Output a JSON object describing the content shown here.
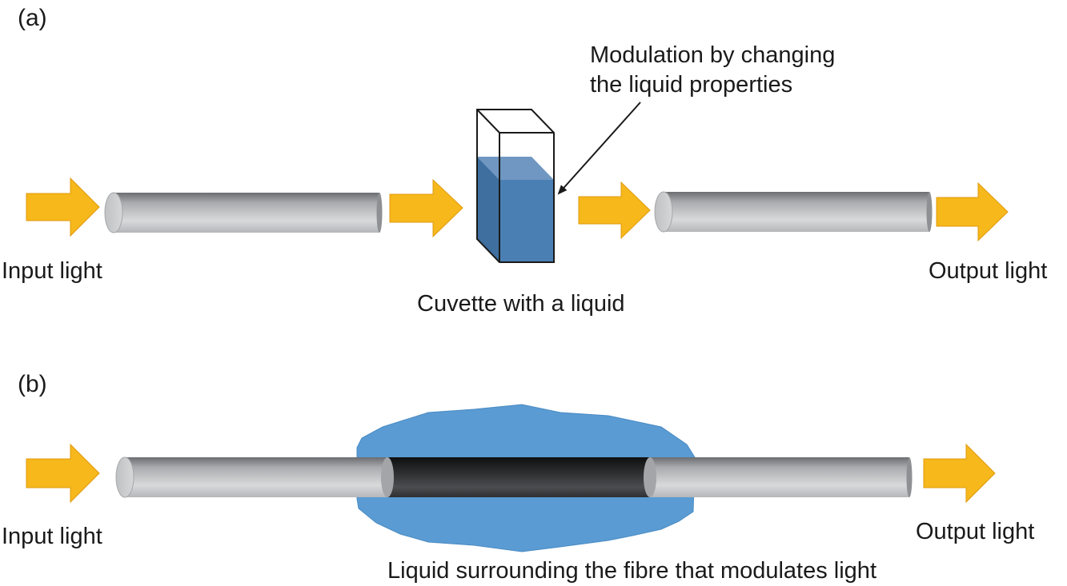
{
  "panels": {
    "a": {
      "label": "(a)",
      "input_label": "Input light",
      "output_label": "Output light",
      "cuvette_caption": "Cuvette with a liquid",
      "annotation_line1": "Modulation by changing",
      "annotation_line2": "the liquid properties"
    },
    "b": {
      "label": "(b)",
      "input_label": "Input light",
      "output_label": "Output light",
      "caption": "Liquid surrounding the fibre that modulates light"
    }
  },
  "colors": {
    "arrow": "#f6b81a",
    "arrow_edge": "#e09a10",
    "fibre_light": "#d8d9db",
    "fibre_dark": "#6b6d70",
    "fibre_core_dark": "#1e1f21",
    "liquid": "#5a9bd3",
    "cuvette_liquid": "#4a7fb3"
  }
}
